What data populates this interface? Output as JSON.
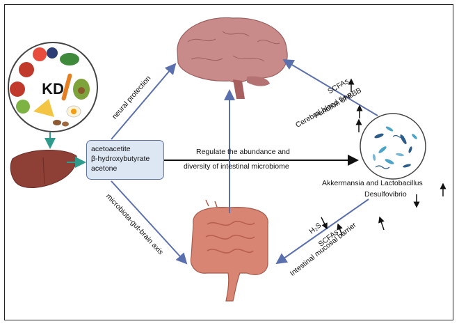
{
  "diet_label": "KD",
  "ketone_bodies": [
    "acetoacetite",
    "β-hydroxybutyrate",
    "acetone"
  ],
  "edges": {
    "neural_protection": "neural protection",
    "microbiota_axis": "microbiota-gut-brain axis",
    "regulate_line1": "Regulate the abundance and",
    "regulate_line2": "diversity of intestinal microbiome"
  },
  "brain_effects": [
    {
      "text": "SCFAs",
      "direction": "up"
    },
    {
      "text": "Function of BBB",
      "direction": "up"
    },
    {
      "text": "Cerebral blood flow",
      "direction": "up"
    }
  ],
  "microbiome_taxa": [
    {
      "text": "Akkermansia and Lactobacillus",
      "direction": "up"
    },
    {
      "text": "Desulfovibrio",
      "direction": "down"
    }
  ],
  "gut_effects": [
    {
      "text": "H₂S",
      "direction": "down"
    },
    {
      "text": "SCFAs",
      "direction": "up"
    },
    {
      "text": "Intestinal mucosal barrier",
      "direction": "up"
    }
  ],
  "colors": {
    "arrow_blue": "#5a6fae",
    "arrow_teal": "#2f9b8c",
    "box_fill": "#dde6f3",
    "brain": "#c98a8a",
    "liver": "#8e3f36",
    "intestine": "#d98574"
  }
}
